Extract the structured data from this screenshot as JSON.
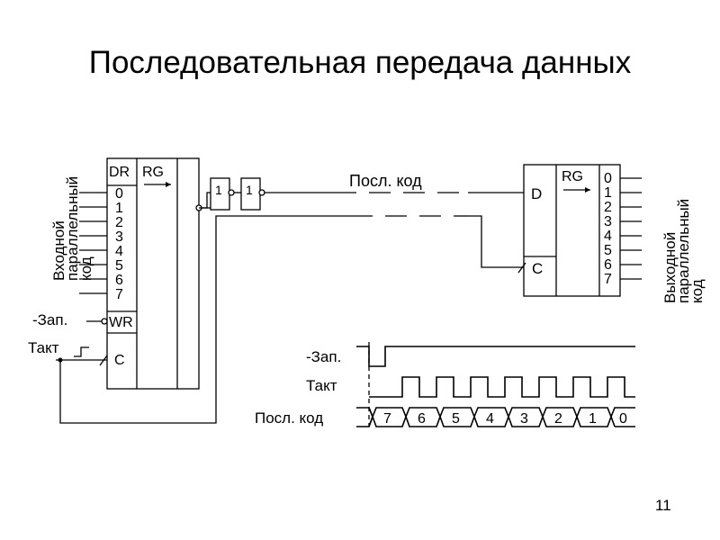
{
  "title": "Последовательная передача данных",
  "page_number": "11",
  "transmitter": {
    "input_label_lines": [
      "Входной",
      "параллельный",
      "код"
    ],
    "dr_label": "DR",
    "rg_label": "RG",
    "bits": [
      "0",
      "1",
      "2",
      "3",
      "4",
      "5",
      "6",
      "7"
    ],
    "wr_label": "WR",
    "c_label": "C",
    "write_signal": "-Зап.",
    "clock_signal": "Такт"
  },
  "buffers": [
    "1",
    "1"
  ],
  "line_label": "Посл. код",
  "receiver": {
    "d_label": "D",
    "c_label": "C",
    "rg_label": "RG",
    "bits": [
      "0",
      "1",
      "2",
      "3",
      "4",
      "5",
      "6",
      "7"
    ],
    "output_label_lines": [
      "Выходной",
      "параллельный",
      "код"
    ]
  },
  "timing": {
    "write_label": "-Зап.",
    "clock_label": "Такт",
    "code_label": "Посл. код",
    "code_bits": [
      "7",
      "6",
      "5",
      "4",
      "3",
      "2",
      "1",
      "0"
    ]
  }
}
